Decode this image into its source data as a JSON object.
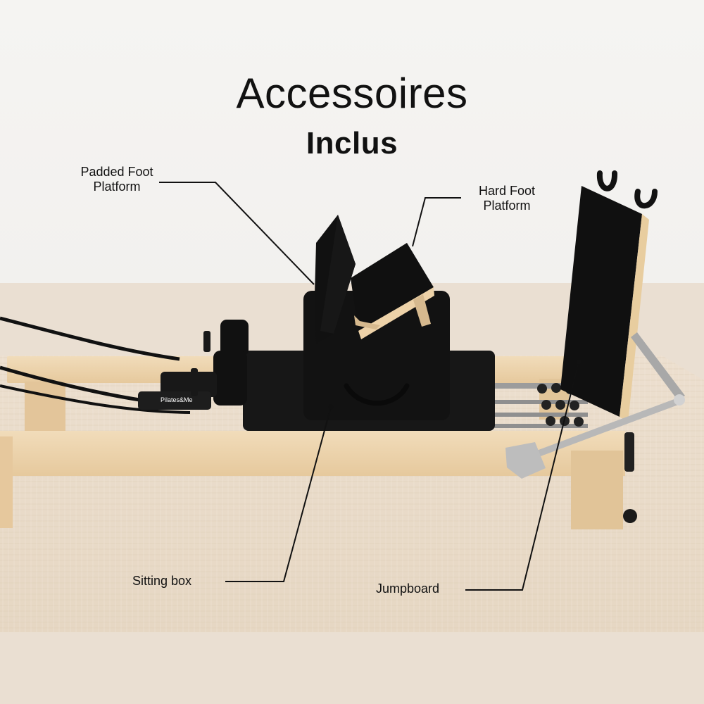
{
  "heading": {
    "main": "Accessoires",
    "sub": "Inclus"
  },
  "callouts": {
    "padded_foot_platform": "Padded Foot\nPlatform",
    "hard_foot_platform": "Hard Foot\nPlatform",
    "sitting_box": "Sitting box",
    "jumpboard": "Jumpboard"
  },
  "brand_label": "Pilates&Me",
  "colors": {
    "background": "#f2f1ef",
    "rug": "#e8dccb",
    "wood": "#efd8b3",
    "black": "#111111"
  }
}
